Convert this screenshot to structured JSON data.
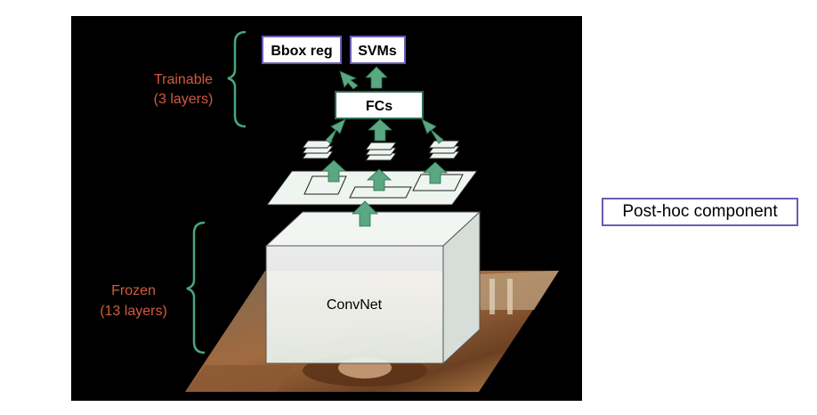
{
  "diagram": {
    "nodes": {
      "bbox_reg": "Bbox reg",
      "svms": "SVMs",
      "fcs": "FCs",
      "convnet": "ConvNet"
    },
    "groups": {
      "trainable_line1": "Trainable",
      "trainable_line2": "(3 layers)",
      "frozen_line1": "Frozen",
      "frozen_line2": "(13 layers)"
    },
    "legend": "Post-hoc component"
  },
  "colors": {
    "background": "#000000",
    "group_label": "#d45a3c",
    "bracket": "#4aa57d",
    "arrow": "#5aa882",
    "posthoc_border": "#6a5bb5"
  }
}
